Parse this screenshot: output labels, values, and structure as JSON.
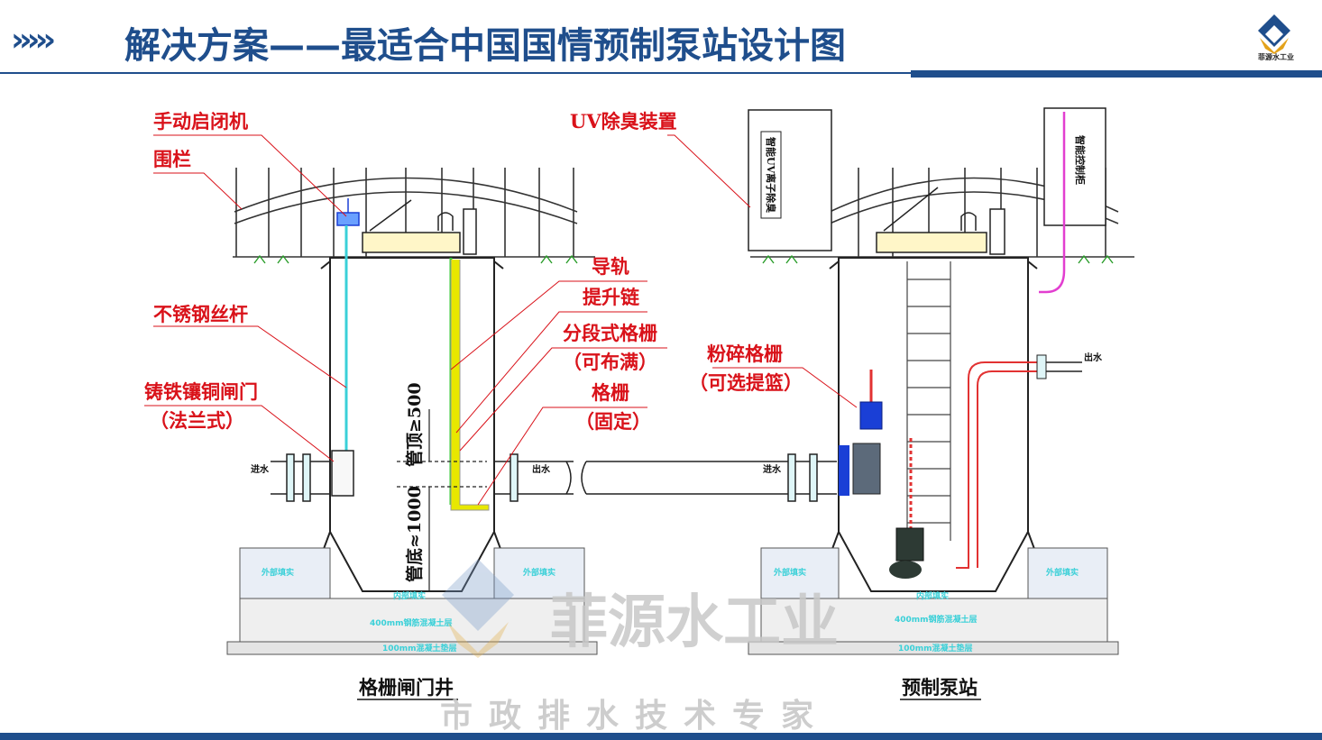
{
  "header": {
    "chevrons": "›››››",
    "title": "解决方案——最适合中国国情预制泵站设计图",
    "logo_text": "菲源水工业"
  },
  "labels": {
    "manual_hoist": "手动启闭机",
    "fence": "围栏",
    "stainless_rod": "不锈钢丝杆",
    "cast_iron_gate": "铸铁镶铜闸门",
    "cast_iron_gate_sub": "（法兰式）",
    "uv_deodor": "UV除臭装置",
    "guide_rail": "导轨",
    "lift_chain": "提升链",
    "seg_screen": "分段式格栅",
    "seg_screen_sub": "（可布满）",
    "screen": "格栅",
    "screen_sub": "（固定）",
    "crusher": "粉碎格栅",
    "crusher_sub": "（可选提篮）",
    "inlet_left": "进水",
    "outlet_mid": "出水",
    "inlet_right": "进水",
    "outlet_right": "出水",
    "pipe_top": "管顶≥500",
    "pipe_bottom": "管底≈1000",
    "cabinet_uv": "智能UV离子除臭",
    "cabinet_control": "智能控制柜",
    "backfill": "外部填实",
    "inner_fill": "内部填实",
    "concrete_layer": "400mm钢筋混凝土层",
    "cushion_layer": "100mm混凝土垫层"
  },
  "captions": {
    "left": "格栅闸门井",
    "right": "预制泵站"
  },
  "watermark": {
    "brand": "菲源水工业",
    "slogan": "市政排水技术专家"
  },
  "colors": {
    "brand_blue": "#1f4e8c",
    "label_red": "#d9121a",
    "screen_yellow": "#e8e800",
    "rail_green": "#33cc33",
    "pump_blue": "#1a3fd6",
    "pipe_red": "#e23232",
    "cyan": "#3ad0d8"
  }
}
